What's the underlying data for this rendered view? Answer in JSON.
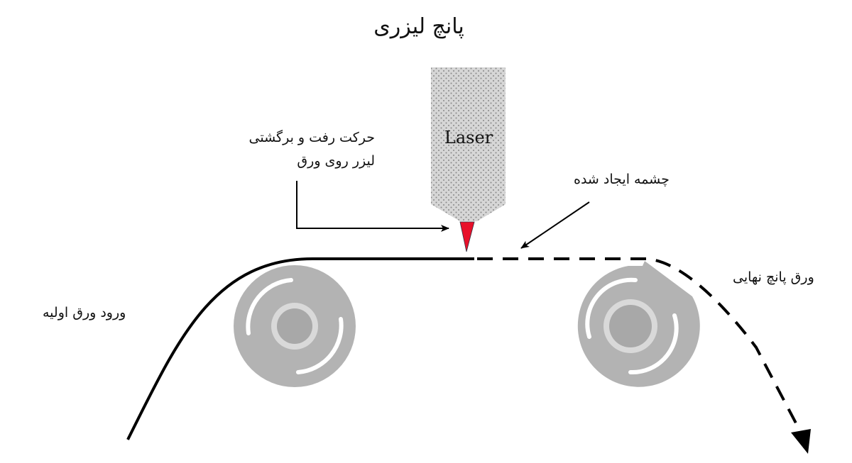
{
  "title": "پانچ لیزری",
  "labels": {
    "motion_line1": "حرکت رفت و برگشتی",
    "motion_line2": "لیزر روی ورق",
    "hole_created": "چشمه ایجاد شده",
    "final_sheet": "ورق پانچ نهایی",
    "sheet_entry": "ورود ورق اولیه",
    "laser": "Laser"
  },
  "colors": {
    "laser_tip": "#e8102a",
    "roller": "#b3b3b3",
    "laser_body": "#d6d6d6"
  }
}
